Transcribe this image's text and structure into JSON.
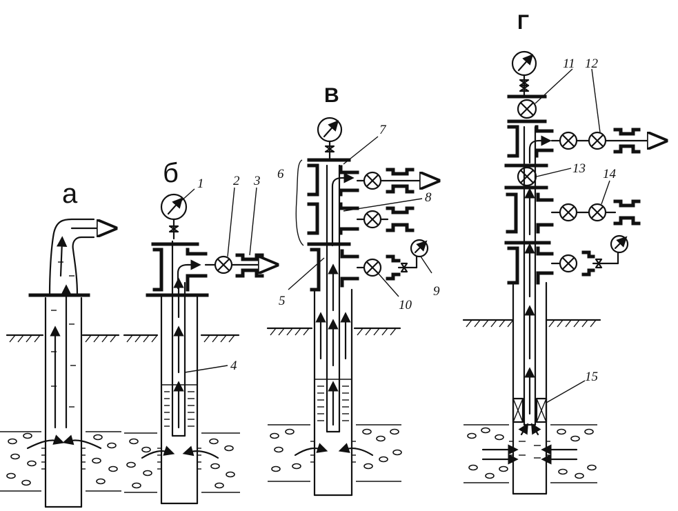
{
  "panels": {
    "a": {
      "label": "а"
    },
    "b": {
      "label": "б"
    },
    "v": {
      "label": "В"
    },
    "g": {
      "label": "Г"
    }
  },
  "callouts": [
    "1",
    "2",
    "3",
    "4",
    "5",
    "6",
    "7",
    "8",
    "9",
    "10",
    "11",
    "12",
    "13",
    "14",
    "15"
  ]
}
